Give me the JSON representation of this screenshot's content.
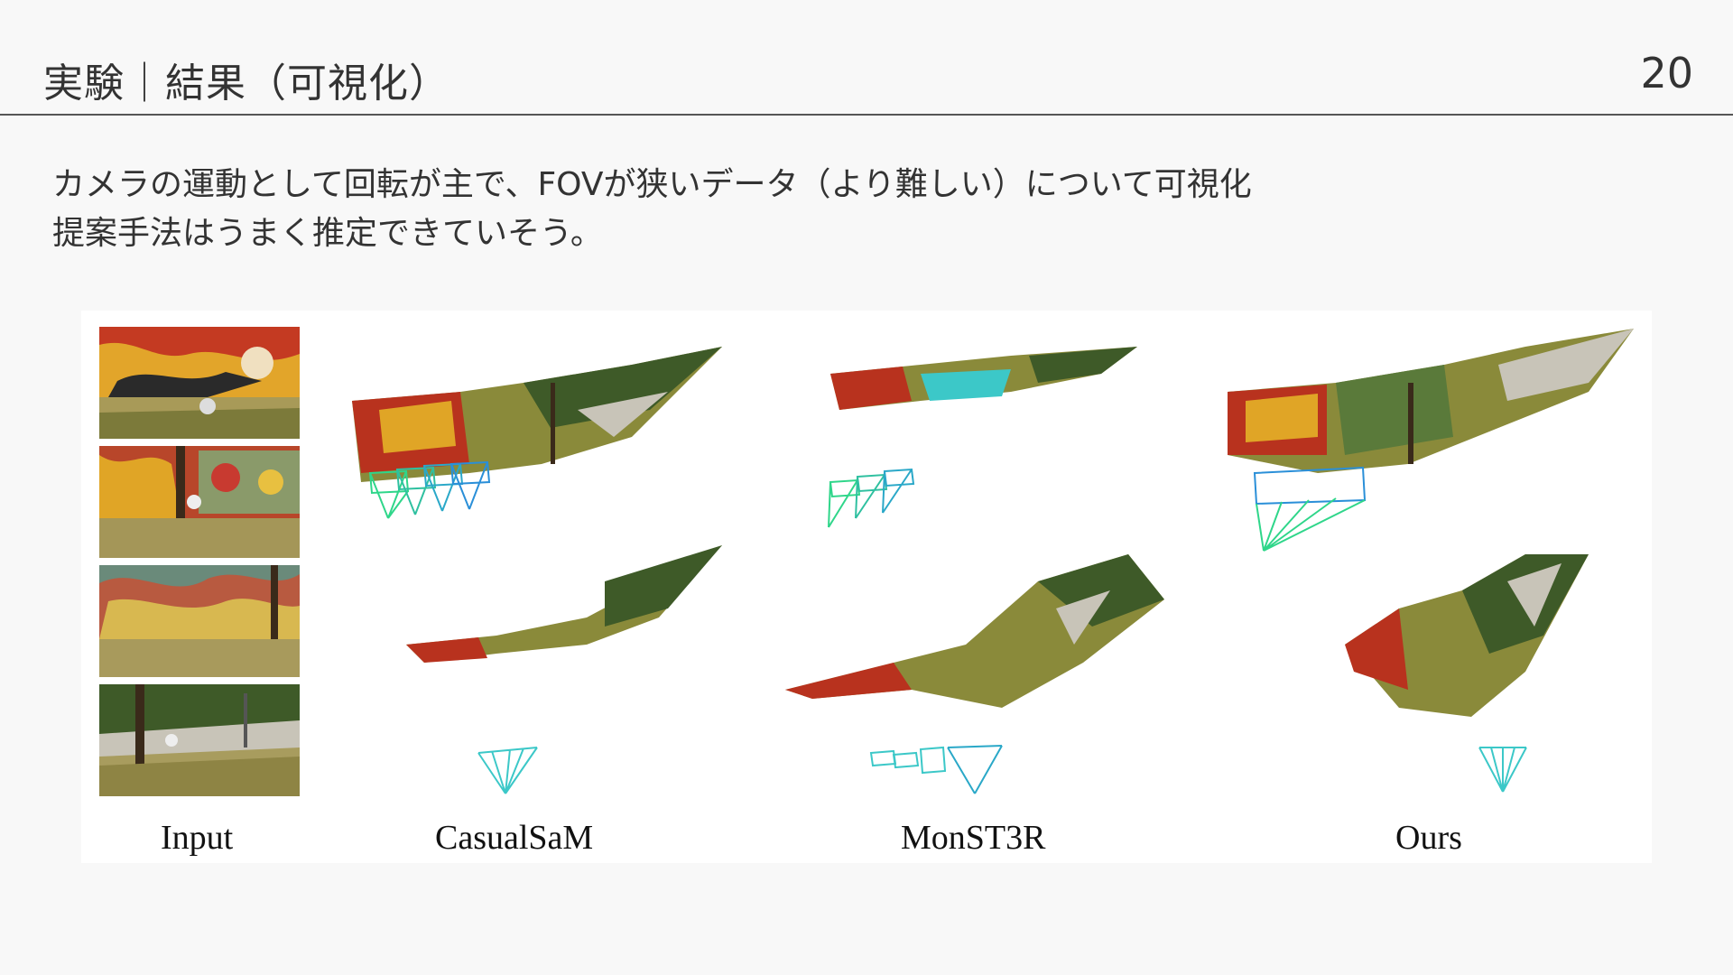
{
  "header": {
    "title": "実験｜結果（可視化）",
    "page_number": "20"
  },
  "description": {
    "line1": "カメラの運動として回転が主で、FOVが狭いデータ（より難しい）について可視化",
    "line2": "提案手法はうまく推定できていそう。"
  },
  "figure": {
    "labels": {
      "input": "Input",
      "casualsam": "CasualSaM",
      "monst3r": "MonST3R",
      "ours": "Ours"
    },
    "colors": {
      "camera_green": "#2fd68a",
      "camera_blue": "#2a8fd8",
      "camera_cyan": "#3cc8c8",
      "graffiti_red": "#b8321e",
      "graffiti_yellow": "#e0a526",
      "grass": "#8a8a3a",
      "foliage": "#3e5a28"
    }
  }
}
